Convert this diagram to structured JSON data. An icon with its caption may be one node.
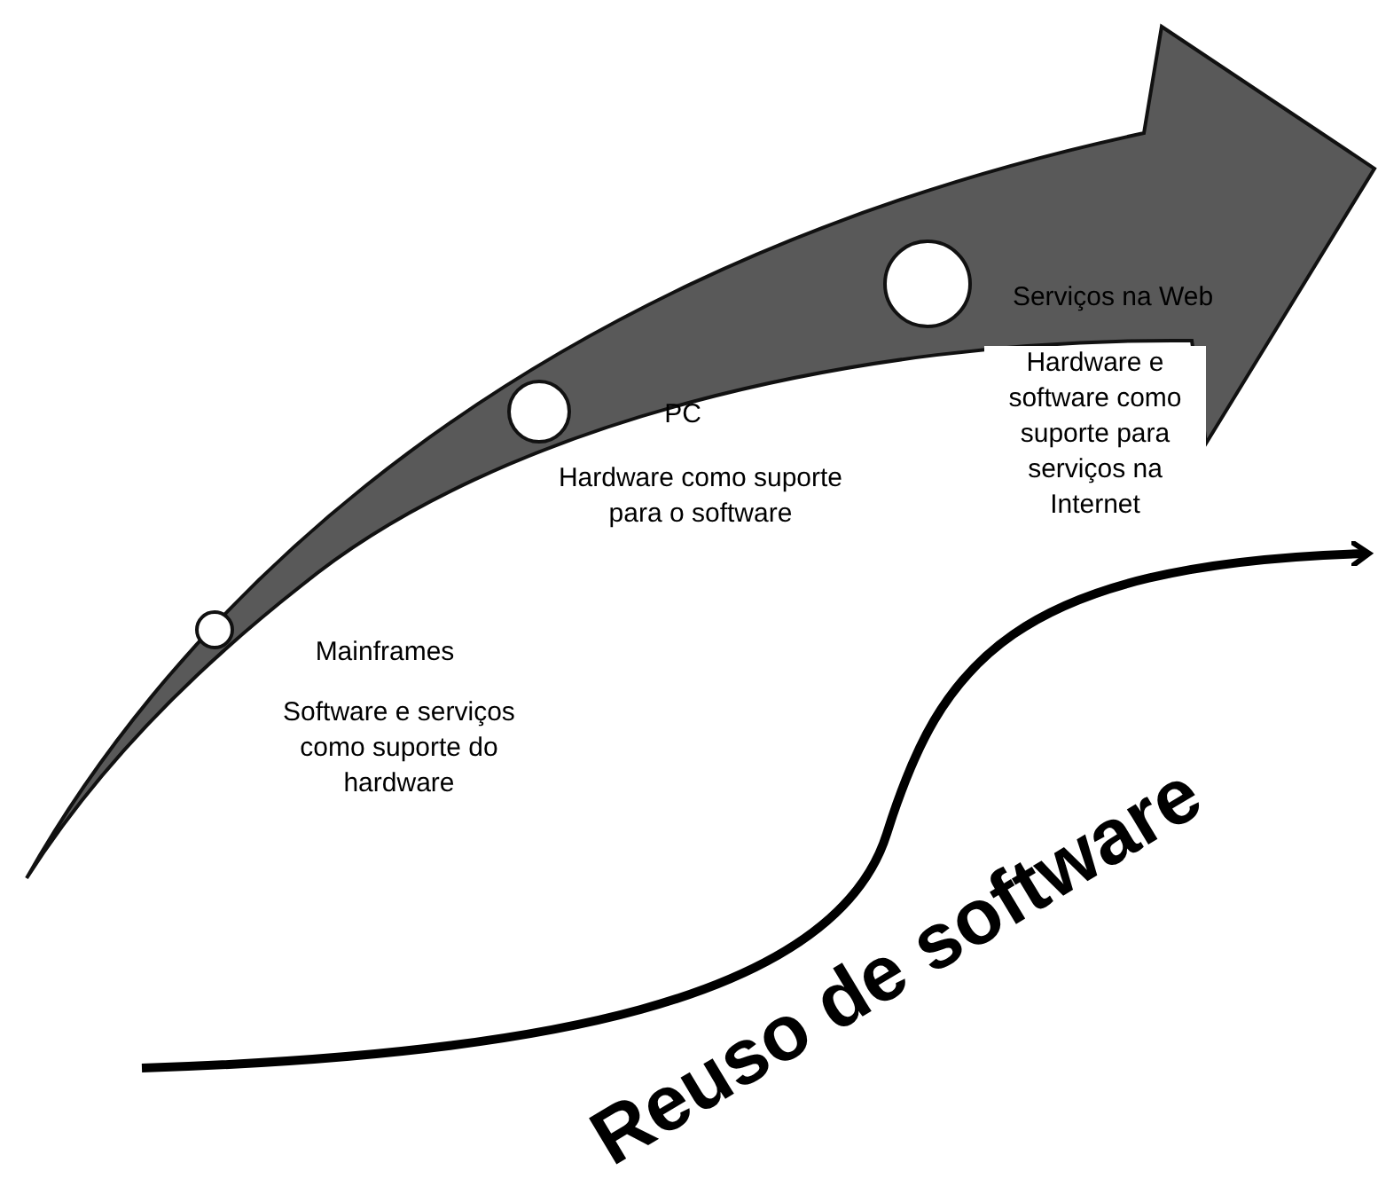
{
  "diagram": {
    "nodes": [
      {
        "text": [],
        "shape": "circle",
        "beside": [
          "Mainframes",
          "Software e serviços como suporte do hardware"
        ]
      },
      {
        "text": [],
        "shape": "circle",
        "beside": [
          "PC",
          "Hardware como suporte para o software"
        ]
      },
      {
        "text": [],
        "shape": "circle",
        "beside": [
          "Serviços na Web",
          "Hardware e software como suporte para serviços na Internet"
        ]
      }
    ],
    "labels": [
      "Reuso de software"
    ]
  }
}
